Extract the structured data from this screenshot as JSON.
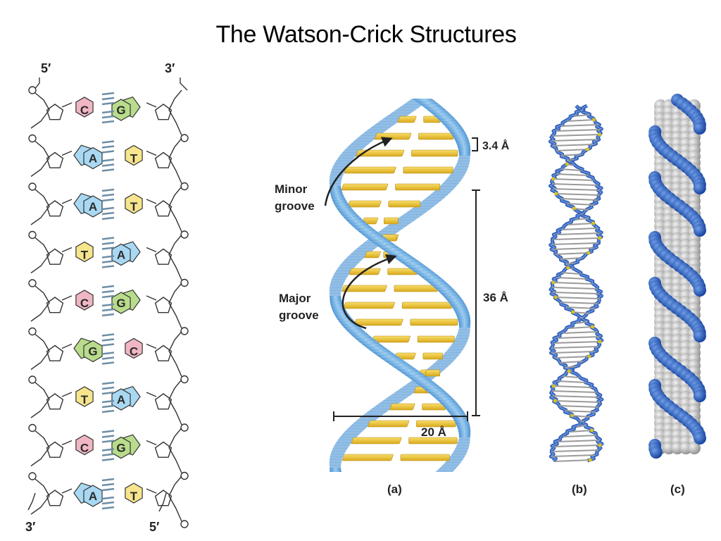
{
  "title": "The Watson-Crick Structures",
  "ladder": {
    "end_labels": {
      "top_left": "5′",
      "top_right": "3′",
      "bottom_left": "3′",
      "bottom_right": "5′"
    },
    "pairs": [
      {
        "left": "C",
        "right": "G"
      },
      {
        "left": "A",
        "right": "T"
      },
      {
        "left": "A",
        "right": "T"
      },
      {
        "left": "T",
        "right": "A"
      },
      {
        "left": "C",
        "right": "G"
      },
      {
        "left": "G",
        "right": "C"
      },
      {
        "left": "T",
        "right": "A"
      },
      {
        "left": "C",
        "right": "G"
      },
      {
        "left": "A",
        "right": "T"
      }
    ],
    "base_colors": {
      "A": "#a9d9f2",
      "T": "#f6e58d",
      "G": "#b9dc8c",
      "C": "#f0b6c4"
    }
  },
  "helix": {
    "labels": {
      "minor_groove": [
        "Minor",
        "groove"
      ],
      "major_groove": [
        "Major",
        "groove"
      ],
      "rise": "3.4 Å",
      "pitch": "36 Å",
      "diameter": "20 Å"
    },
    "colors": {
      "strand": "#6aa9dc",
      "strand_dark": "#3b82c4",
      "base": "#f2c93a"
    }
  },
  "panels": {
    "a": "(a)",
    "b": "(b)",
    "c": "(c)"
  }
}
